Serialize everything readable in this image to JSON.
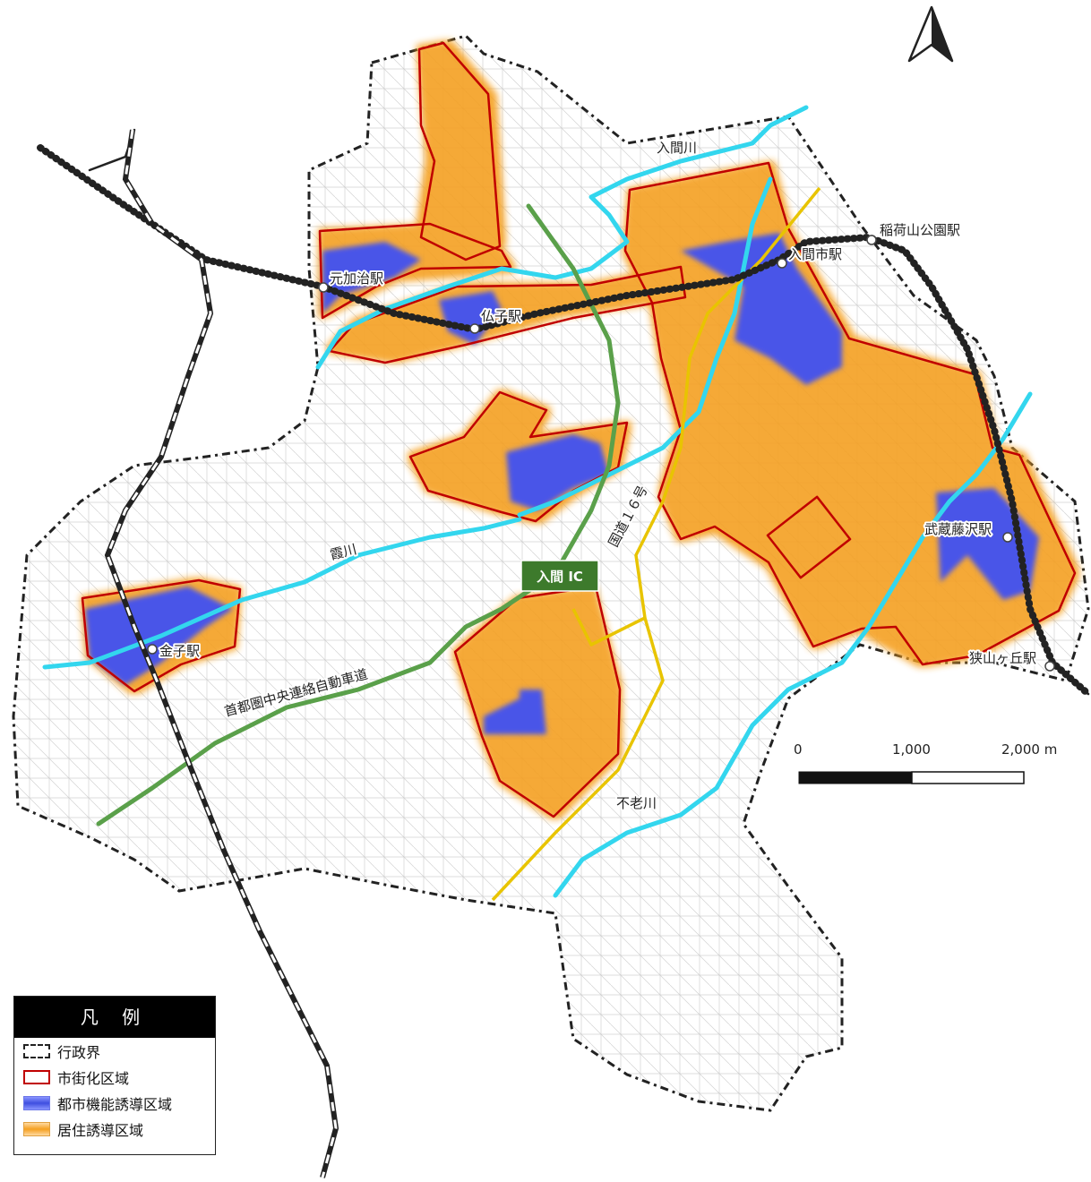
{
  "map": {
    "legend": {
      "title": "凡 例",
      "items": [
        {
          "key": "boundary",
          "label": "行政界"
        },
        {
          "key": "urbanization",
          "label": "市街化区域"
        },
        {
          "key": "urban_function",
          "label": "都市機能誘導区域"
        },
        {
          "key": "residential",
          "label": "居住誘導区域"
        }
      ]
    },
    "stations": {
      "motokaji": "元加治駅",
      "bushi": "仏子駅",
      "irumashi": "入間市駅",
      "inariyama": "稲荷山公園駅",
      "musashifujisawa": "武蔵藤沢駅",
      "sayamagaoka": "狭山ヶ丘駅",
      "kaneko": "金子駅"
    },
    "rivers": {
      "iruma": "入間川",
      "kasumi": "霞川",
      "fukoku": "不老川"
    },
    "roads": {
      "route16": "国道１６号",
      "ken_o": "首都圏中央連絡自動車道",
      "interchange": "入間 IC"
    },
    "scale": {
      "labels": [
        "0",
        "1,000",
        "2,000 m"
      ]
    },
    "north_icon": "north-arrow-icon",
    "colors": {
      "boundary": "#222222",
      "urbanization": "#c00000",
      "urban_function": "#4a55e8",
      "residential": "#f5a020",
      "river": "#33d6ee",
      "route16": "#e8c400",
      "expressway": "#5aa04a",
      "interchange_bg": "#3d7a2c"
    }
  }
}
